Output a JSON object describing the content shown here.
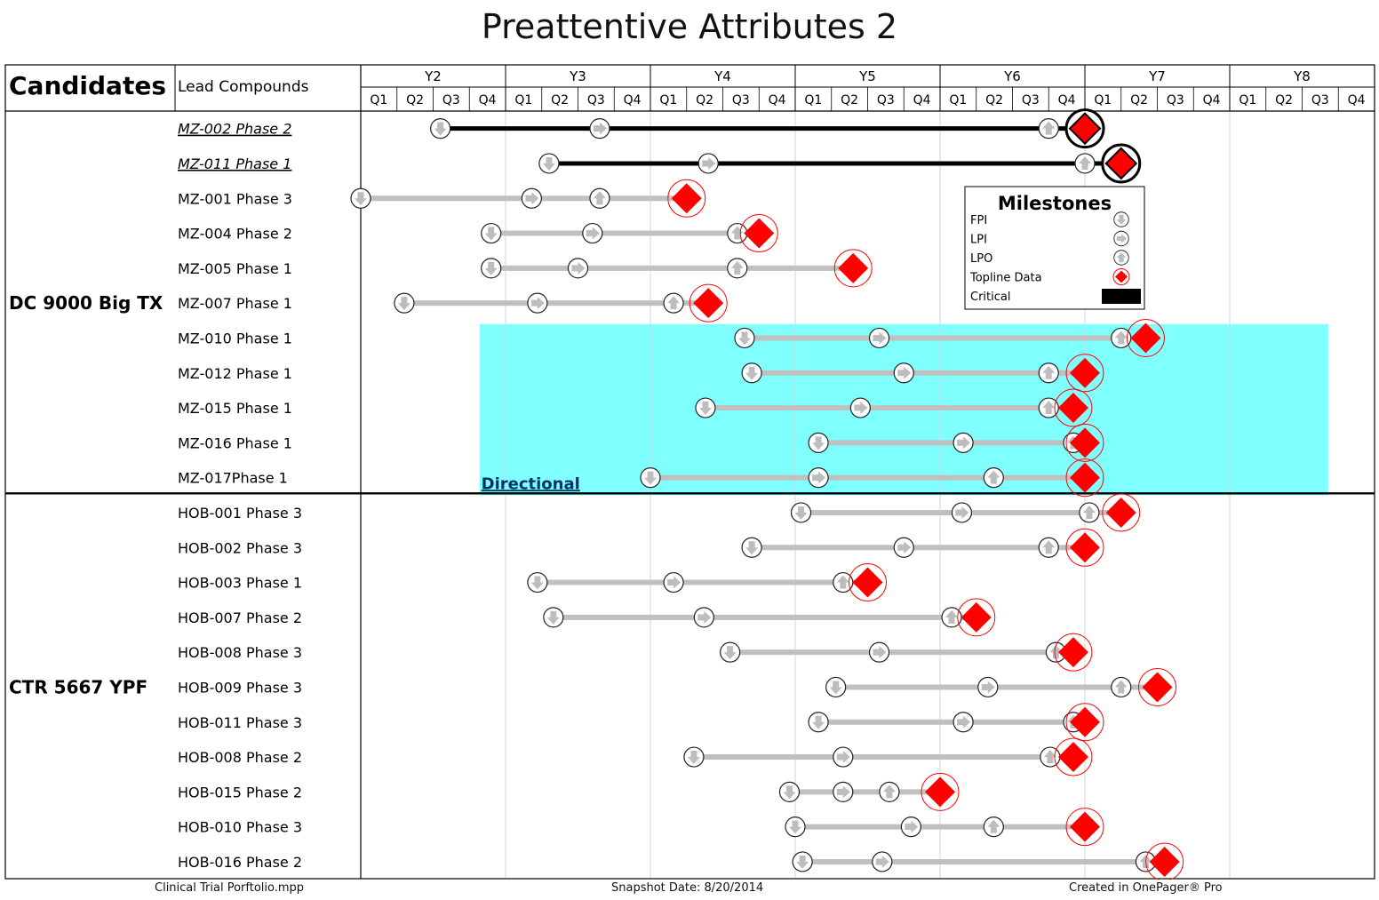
{
  "title": "Preattentive Attributes 2",
  "header": {
    "candidates_label": "Candidates",
    "lead_label": "Lead Compounds"
  },
  "years": [
    "Y2",
    "Y3",
    "Y4",
    "Y5",
    "Y6",
    "Y7",
    "Y8"
  ],
  "quarters": [
    "Q1",
    "Q2",
    "Q3",
    "Q4"
  ],
  "groups": [
    {
      "name": "DC 9000 Big TX",
      "row_start": 0,
      "row_end": 10
    },
    {
      "name": "CTR 5667 YPF",
      "row_start": 11,
      "row_end": 21
    }
  ],
  "highlight_box": {
    "label": "Directional",
    "color": "#80ffff",
    "x_start": 2.82,
    "x_end": 8.68,
    "row_start": 6,
    "row_end": 10
  },
  "legend": {
    "title": "Milestones",
    "items": [
      {
        "label": "FPI",
        "icon": "down-arrow-circle-icon"
      },
      {
        "label": "LPI",
        "icon": "right-arrow-circle-icon"
      },
      {
        "label": "LPO",
        "icon": "up-arrow-circle-icon"
      },
      {
        "label": "Topline Data",
        "icon": "red-diamond-icon"
      },
      {
        "label": "Critical",
        "icon": "black-bar-icon"
      }
    ]
  },
  "colors": {
    "bar": "#c0c0c0",
    "critical": "#000000",
    "diamond": "#ff0000",
    "milestone": "#bdbdbd"
  },
  "chart_data": {
    "type": "gantt",
    "x_unit": "years (Y2 start = 2.0)",
    "x_range": [
      2.0,
      9.0
    ],
    "tasks": [
      {
        "name": "MZ-002 Phase 2",
        "critical": true,
        "fpi": 2.55,
        "lpi": 3.65,
        "lpo": 6.75,
        "topline": 7.0
      },
      {
        "name": "MZ-011 Phase 1",
        "critical": true,
        "fpi": 3.3,
        "lpi": 4.4,
        "lpo": 7.0,
        "topline": 7.25
      },
      {
        "name": "MZ-001 Phase 3",
        "critical": false,
        "fpi": 2.0,
        "lpi": 3.18,
        "lpo": 3.65,
        "topline": 4.25
      },
      {
        "name": "MZ-004 Phase 2",
        "critical": false,
        "fpi": 2.9,
        "lpi": 3.6,
        "lpo": 4.6,
        "topline": 4.75
      },
      {
        "name": "MZ-005 Phase 1",
        "critical": false,
        "fpi": 2.9,
        "lpi": 3.5,
        "lpo": 4.6,
        "topline": 5.4
      },
      {
        "name": "MZ-007 Phase 1",
        "critical": false,
        "fpi": 2.3,
        "lpi": 3.22,
        "lpo": 4.16,
        "topline": 4.4
      },
      {
        "name": "MZ-010 Phase 1",
        "critical": false,
        "fpi": 4.65,
        "lpi": 5.58,
        "lpo": 7.25,
        "topline": 7.42
      },
      {
        "name": "MZ-012 Phase 1",
        "critical": false,
        "fpi": 4.7,
        "lpi": 5.75,
        "lpo": 6.75,
        "topline": 7.0
      },
      {
        "name": "MZ-015 Phase 1",
        "critical": false,
        "fpi": 4.38,
        "lpi": 5.45,
        "lpo": 6.75,
        "topline": 6.92
      },
      {
        "name": "MZ-016 Phase 1",
        "critical": false,
        "fpi": 5.16,
        "lpi": 6.16,
        "lpo": 6.92,
        "topline": 7.0
      },
      {
        "name": "MZ-017Phase 1",
        "critical": false,
        "fpi": 4.0,
        "lpi": 5.16,
        "lpo": 6.37,
        "topline": 7.0
      },
      {
        "name": "HOB-001 Phase 3",
        "critical": false,
        "fpi": 5.04,
        "lpi": 6.15,
        "lpo": 7.03,
        "topline": 7.25
      },
      {
        "name": "HOB-002 Phase 3",
        "critical": false,
        "fpi": 4.7,
        "lpi": 5.75,
        "lpo": 6.75,
        "topline": 7.0
      },
      {
        "name": "HOB-003 Phase 1",
        "critical": false,
        "fpi": 3.22,
        "lpi": 4.16,
        "lpo": 5.33,
        "topline": 5.5
      },
      {
        "name": "HOB-007 Phase 2",
        "critical": false,
        "fpi": 3.33,
        "lpi": 4.37,
        "lpo": 6.08,
        "topline": 6.25
      },
      {
        "name": "HOB-008 Phase 3",
        "critical": false,
        "fpi": 4.55,
        "lpi": 5.58,
        "lpo": 6.8,
        "topline": 6.92
      },
      {
        "name": "HOB-009 Phase 3",
        "critical": false,
        "fpi": 5.28,
        "lpi": 6.33,
        "lpo": 7.25,
        "topline": 7.5
      },
      {
        "name": "HOB-011 Phase 3",
        "critical": false,
        "fpi": 5.16,
        "lpi": 6.16,
        "lpo": 6.92,
        "topline": 7.0
      },
      {
        "name": "HOB-008 Phase 2",
        "critical": false,
        "fpi": 4.3,
        "lpi": 5.33,
        "lpo": 6.76,
        "topline": 6.92
      },
      {
        "name": "HOB-015 Phase 2",
        "critical": false,
        "fpi": 4.96,
        "lpi": 5.33,
        "lpo": 5.65,
        "topline": 6.0
      },
      {
        "name": "HOB-010 Phase 3",
        "critical": false,
        "fpi": 5.0,
        "lpi": 5.8,
        "lpo": 6.37,
        "topline": 7.0
      },
      {
        "name": "HOB-016 Phase 2",
        "critical": false,
        "fpi": 5.05,
        "lpi": 5.6,
        "lpo": 7.42,
        "topline": 7.55
      }
    ]
  },
  "footer": {
    "file": "Clinical Trial Porftolio.mpp",
    "snapshot": "Snapshot Date: 8/20/2014",
    "created": "Created in OnePager® Pro"
  }
}
